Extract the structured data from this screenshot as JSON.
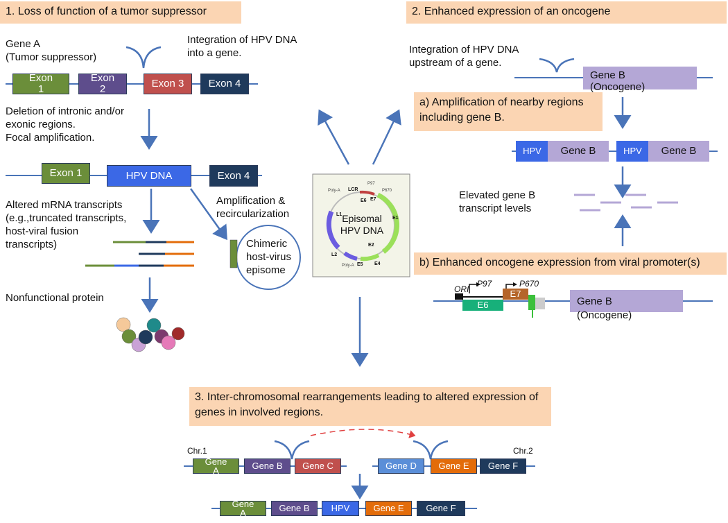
{
  "sections": {
    "s1_title": "1. Loss of function of a tumor suppressor",
    "s2_title": "2. Enhanced expression of an oncogene",
    "s3_title": "3. Inter-chromosomal rearrangements leading to altered expression of genes in involved regions.",
    "s2a_title": "a) Amplification of nearby regions including gene B.",
    "s2b_title": "b) Enhanced oncogene expression from viral promoter(s)"
  },
  "labels": {
    "gene_a": "Gene A\n(Tumor suppressor)",
    "integration_gene": "Integration of HPV DNA\ninto a gene.",
    "deletion": "Deletion of intronic and/or\nexonic regions.\nFocal amplification.",
    "altered_mrna": "Altered mRNA transcripts\n(e.g.,truncated transcripts,\nhost-viral fusion\ntranscripts)",
    "amplification": "Amplification &\nrecircularization",
    "chimeric": "Chimeric\nhost-virus\nepisome",
    "nonfunctional": "Nonfunctional protein",
    "integration_upstream": "Integration of HPV DNA\nupstream of a gene.",
    "elevated": "Elevated gene B\ntranscript levels",
    "episomal": "Episomal\nHPV DNA",
    "chr1": "Chr.1",
    "chr2": "Chr.2"
  },
  "genes": {
    "exon1": "Exon\n1",
    "exon2": "Exon\n2",
    "exon3": "Exon 3",
    "exon4": "Exon 4",
    "exon1b": "Exon 1",
    "hpv_dna": "HPV DNA",
    "exon4b": "Exon 4",
    "gene_b_onc": "Gene B\n(Oncogene)",
    "hpv": "HPV",
    "gene_b": "Gene B",
    "gene_a_box": "Gene\nA",
    "gene_c": "Gene C",
    "gene_d": "Gene D",
    "gene_e": "Gene E",
    "gene_f": "Gene F"
  },
  "promoter": {
    "ori": "ORI",
    "p97": "P97",
    "p670": "P670",
    "e6": "E6",
    "e7": "E7"
  },
  "episome": {
    "lcr": "LCR",
    "p97": "P97",
    "p670": "P670",
    "poly_a_top": "Poly-A",
    "poly_a_bottom": "Poly-A",
    "e6": "E6",
    "e7": "E7",
    "e1": "E1",
    "e2": "E2",
    "e4": "E4",
    "e5": "E5",
    "l1": "L1",
    "l2": "L2"
  },
  "colors": {
    "header_bg": "#fbd5b3",
    "line_blue": "#4a74b8",
    "hpv_blue": "#3b68e6",
    "exon_green": "#6b8e3a",
    "exon_purple": "#5e4d8c",
    "exon_red": "#c0504d",
    "exon_navy": "#1f3a5c",
    "gene_lilac": "#b4a7d6",
    "gene_orange": "#e36c0a"
  }
}
